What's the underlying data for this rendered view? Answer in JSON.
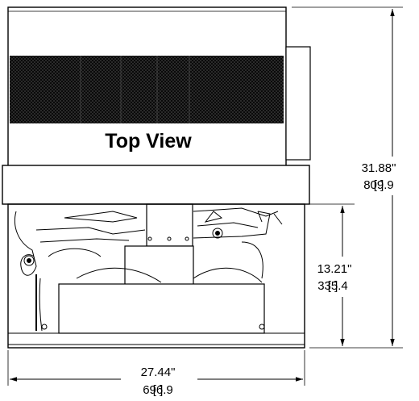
{
  "diagram": {
    "view_label": "Top View",
    "overall_height": {
      "inches": "31.88\"",
      "mm": "809.9"
    },
    "lower_height": {
      "inches": "13.21\"",
      "mm": "335.4"
    },
    "overall_width": {
      "inches": "27.44\"",
      "mm": "696.9"
    }
  },
  "colors": {
    "line": "#000000",
    "grille": "#1a1a1a",
    "background": "#ffffff"
  }
}
